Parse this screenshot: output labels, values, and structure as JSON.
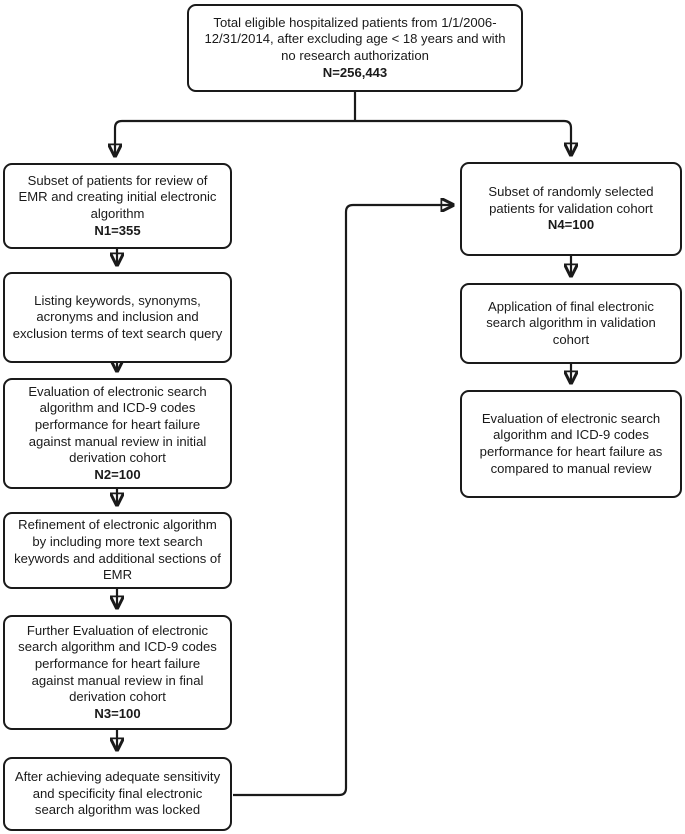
{
  "diagram": {
    "title": "Heart failure electronic search algorithm study flow diagram",
    "type": "flowchart",
    "background_color": "#ffffff",
    "stroke_color": "#1a1a1a",
    "nodes": {
      "total_eligible": {
        "line1": "Total eligible hospitalized patients from 1/1/2006-",
        "line2": "12/31/2014, after excluding age < 18 years and with no",
        "line3": "research authorization",
        "count": "N=256,443"
      },
      "subset_emr": {
        "line1": "Subset of patients for review of EMR",
        "line2": "and creating initial electronic",
        "line3": "algorithm",
        "count": "N1=355"
      },
      "listing_keywords": {
        "line1": "Listing keywords, synonyms,",
        "line2": "acronyms and inclusion and",
        "line3": "exclusion terms of text search query",
        "count": ""
      },
      "evaluation_initial": {
        "line1": "Evaluation of electronic search",
        "line2": "algorithm and ICD-9 codes",
        "line3": "performance for heart failure against",
        "line4": "manual review in initial",
        "line5": "derivation cohort",
        "count": "N2=100"
      },
      "refinement": {
        "line1": "Refinement of electronic algorithm by",
        "line2": "including more text search keywords",
        "line3": "and additional sections of EMR",
        "count": ""
      },
      "further_evaluation": {
        "line1": "Further Evaluation of electronic",
        "line2": "search algorithm and ICD-9 codes",
        "line3": "performance for heart failure against",
        "line4": "manual review in final",
        "line5": "derivation cohort",
        "count": "N3=100"
      },
      "algorithm_locked": {
        "line1": "After achieving adequate sensitivity",
        "line2": "and specificity final electronic search",
        "line3": "algorithm was locked",
        "count": ""
      },
      "subset_validation": {
        "line1": "Subset of randomly selected",
        "line2": "patients for validation cohort",
        "count": "N4=100"
      },
      "application_final": {
        "line1": "Application of final electronic search",
        "line2": "algorithm in validation cohort",
        "count": ""
      },
      "evaluation_validation": {
        "line1": "Evaluation of electronic search",
        "line2": "algorithm and ICD-9 codes",
        "line3": "performance for heart failure as",
        "line4": "compared to manual review",
        "count": ""
      }
    }
  }
}
